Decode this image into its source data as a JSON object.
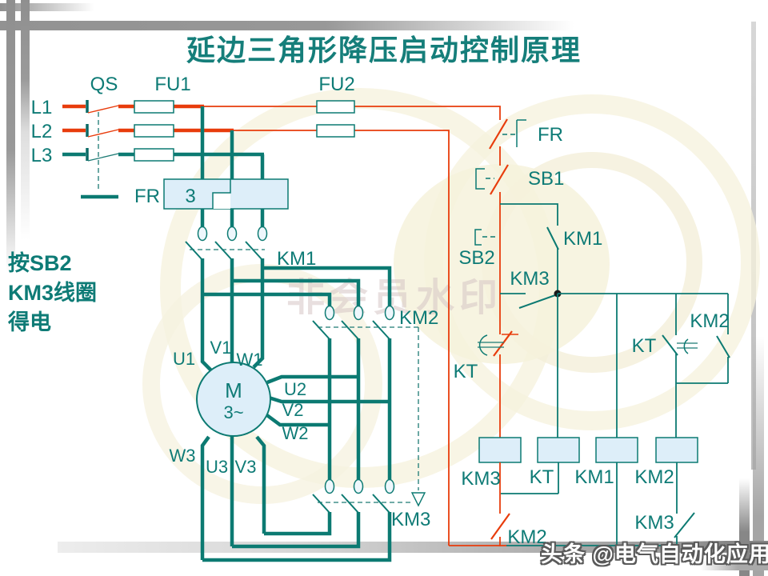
{
  "title": "延边三角形降压启动控制原理",
  "annotation": {
    "line1": "按SB2",
    "line2": "KM3线圈",
    "line3": "得电"
  },
  "watermarks": {
    "center": "非会员水印",
    "byline": "头条 @电气自动化应用"
  },
  "colors": {
    "teal_text": "#0e7b76",
    "wire_teal": "#0c7a72",
    "wire_red": "#e83c0c",
    "component_fill": "#ddeef9",
    "decor_gray": "#999999"
  },
  "power": {
    "l1": "L1",
    "l2": "L2",
    "l3": "L3",
    "qs": "QS",
    "fu1": "FU1",
    "fu2": "FU2",
    "fr": "FR",
    "fr_elements": "3",
    "km1": "KM1",
    "km2": "KM2",
    "km3": "KM3",
    "motor": {
      "m": "M",
      "phases": "3~",
      "u1": "U1",
      "v1": "V1",
      "w1": "W1",
      "u2": "U2",
      "v2": "V2",
      "w2": "W2",
      "u3": "U3",
      "v3": "V3",
      "w3": "W3"
    }
  },
  "control": {
    "fr": "FR",
    "sb1": "SB1",
    "sb2": "SB2",
    "km1_aux": "KM1",
    "km3_aux": "KM3",
    "kt_delay": "KT",
    "kt_nc": "KT",
    "km2_aux": "KM2",
    "km2_nc": "KM2",
    "km3_nc": "KM3",
    "coils": [
      {
        "label": "KM3"
      },
      {
        "label": "KT"
      },
      {
        "label": "KM1"
      },
      {
        "label": "KM2"
      }
    ]
  }
}
